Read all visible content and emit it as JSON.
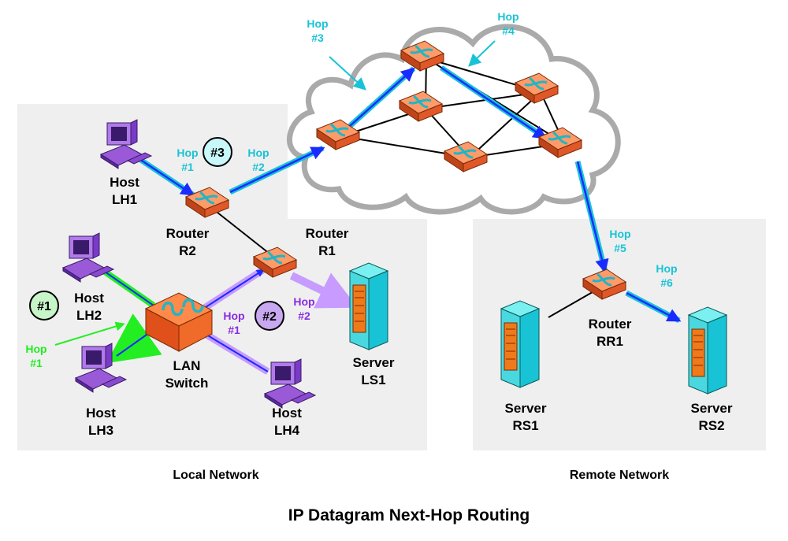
{
  "title": "IP Datagram Next-Hop Routing",
  "regions": {
    "local": "Local Network",
    "remote": "Remote Network"
  },
  "nodes": {
    "lh1": [
      "Host",
      "LH1"
    ],
    "lh2": [
      "Host",
      "LH2"
    ],
    "lh3": [
      "Host",
      "LH3"
    ],
    "lh4": [
      "Host",
      "LH4"
    ],
    "r2": [
      "Router",
      "R2"
    ],
    "r1": [
      "Router",
      "R1"
    ],
    "switch": [
      "LAN",
      "Switch"
    ],
    "ls1": [
      "Server",
      "LS1"
    ],
    "rr1": [
      "Router",
      "RR1"
    ],
    "rs1": [
      "Server",
      "RS1"
    ],
    "rs2": [
      "Server",
      "RS2"
    ]
  },
  "hops": {
    "g1": [
      "Hop",
      "#1"
    ],
    "p1": [
      "Hop",
      "#1"
    ],
    "p2": [
      "Hop",
      "#2"
    ],
    "c1": [
      "Hop",
      "#1"
    ],
    "c2": [
      "Hop",
      "#2"
    ],
    "c3": [
      "Hop",
      "#3"
    ],
    "c4": [
      "Hop",
      "#4"
    ],
    "c5": [
      "Hop",
      "#5"
    ],
    "c6": [
      "Hop",
      "#6"
    ]
  },
  "badges": {
    "b1": "#1",
    "b2": "#2",
    "b3": "#3"
  },
  "colors": {
    "green": "#22ee22",
    "purple": "#8a2be2",
    "cyan": "#19c3d6",
    "router": "#f06a2a",
    "server": "#20d6d6",
    "panel": "#efefef",
    "cloud_stroke": "#aaaaaa"
  }
}
